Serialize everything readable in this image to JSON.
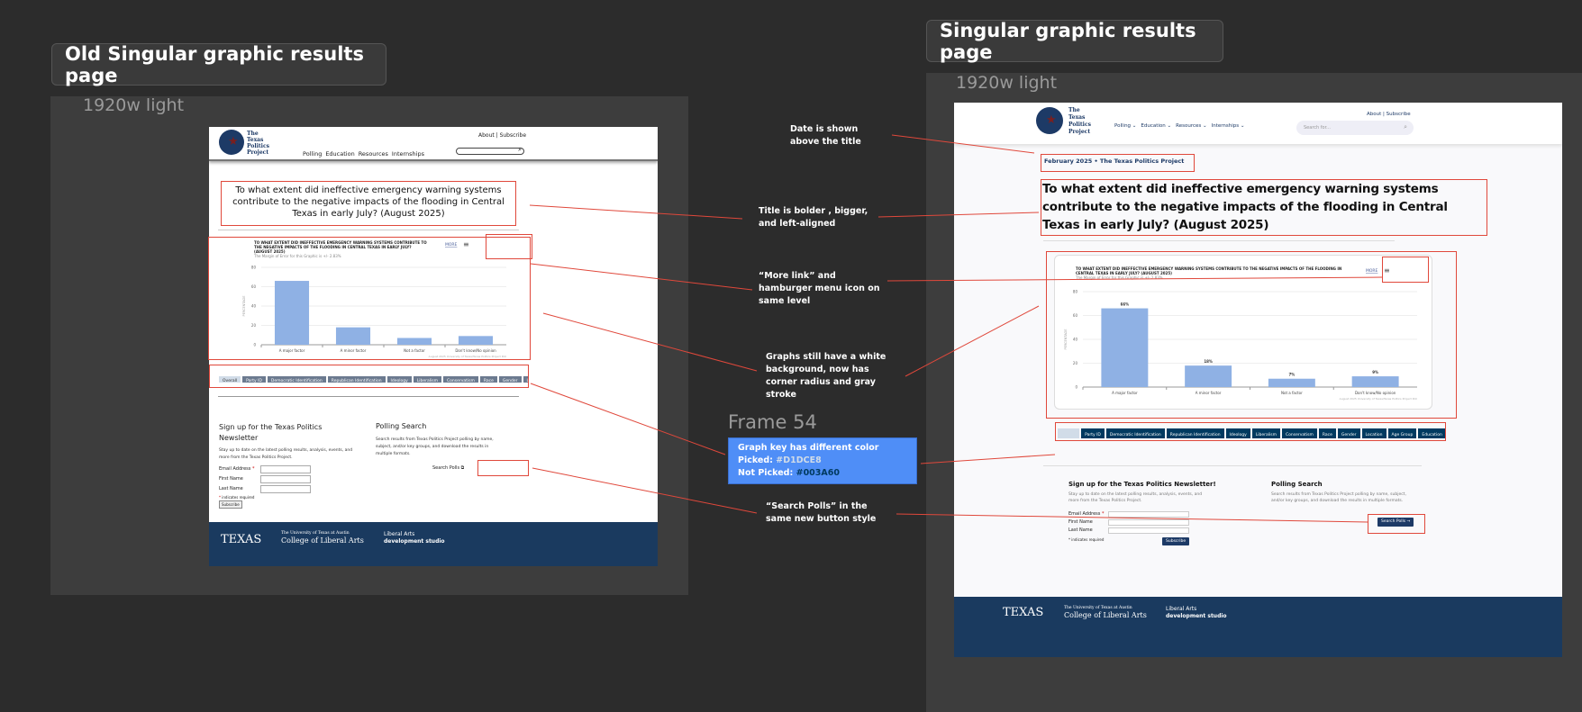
{
  "canvas": {
    "old_label": "Old Singular graphic results page",
    "new_label": "Singular graphic results page",
    "frame_label": "1920w light",
    "frame54_label": "Frame 54"
  },
  "annotations": {
    "date": "Date is shown above the title",
    "title": "Title is bolder , bigger, and left-aligned",
    "more": "“More link” and hamburger menu icon on same level",
    "graphs": "Graphs still have a white background, now has corner radius and gray stroke",
    "key_line1": "Graph key has different color",
    "key_picked_label": "Picked:",
    "key_picked_value": "#D1DCE8",
    "key_notpicked_label": "Not Picked:",
    "key_notpicked_value": "#003A60",
    "search": "“Search Polls” in the same new button style"
  },
  "site": {
    "logo": [
      "The",
      "Texas",
      "Politics",
      "Project"
    ],
    "nav": [
      "Polling",
      "Education",
      "Resources",
      "Internships"
    ],
    "top_links": "About | Subscribe",
    "search_placeholder": "Search for...",
    "date_line": "February 2025 • The Texas Politics Project",
    "title": "To what extent did ineffective emergency warning systems contribute to the negative impacts of the flooding in Central Texas in early July? (August 2025)",
    "more": "MORE",
    "tabs": [
      "Overall",
      "Party ID",
      "Democratic Identification",
      "Republican Identification",
      "Ideology",
      "Liberalism",
      "Conservatism",
      "Race",
      "Gender",
      "Location",
      "Age Group",
      "Education"
    ],
    "newsletter_title_old": "Sign up for the Texas Politics Newsletter",
    "newsletter_title_new": "Sign up for the Texas Politics Newsletter!",
    "newsletter_desc": "Stay up to date on the latest polling results, analysis, events, and more from the Texas Politics Project.",
    "fields": [
      "Email Address",
      "First Name",
      "Last Name"
    ],
    "required_star": "*",
    "required_note": "indicates required",
    "subscribe": "Subscribe",
    "polling_title": "Polling Search",
    "polling_desc": "Search results from Texas Politics Project polling by name, subject, and/or key groups, and download the results in multiple formats.",
    "search_polls_old": "Search Polls",
    "search_polls_new": "Search Polls →",
    "footer": {
      "texas": "TEXAS",
      "texas_sub": "The University of Texas at Austin",
      "ut": "The University of Texas at Austin",
      "cola": "College of Liberal Arts",
      "la": "Liberal Arts",
      "ds": "development studio"
    }
  },
  "chart_data": {
    "type": "bar",
    "title": "TO WHAT EXTENT DID INEFFECTIVE EMERGENCY WARNING SYSTEMS CONTRIBUTE TO THE NEGATIVE IMPACTS OF THE FLOODING IN CENTRAL TEXAS IN EARLY JULY? (AUGUST 2025)",
    "subtitle": "The Margin of Error for this Graphic is +/- 2.83%",
    "categories": [
      "A major factor",
      "A minor factor",
      "Not a factor",
      "Don't know/No opinion"
    ],
    "values": [
      66,
      18,
      7,
      9
    ],
    "data_labels": [
      "66%",
      "18%",
      "7%",
      "9%"
    ],
    "ylabel": "PERCENTAGE",
    "ylim": [
      0,
      80
    ],
    "yticks": [
      0,
      20,
      40,
      60,
      80
    ],
    "source": "August 2025 University of Texas/Texas Politics Project Poll",
    "bar_color": "#8fb1e4"
  },
  "colors": {
    "navy": "#003A60",
    "picked": "#D1DCE8",
    "old_tab": "#6b7a8f",
    "footer": "#1a3a5f",
    "annotation_red": "#e0483b",
    "note_blue": "#4f8ef7"
  }
}
